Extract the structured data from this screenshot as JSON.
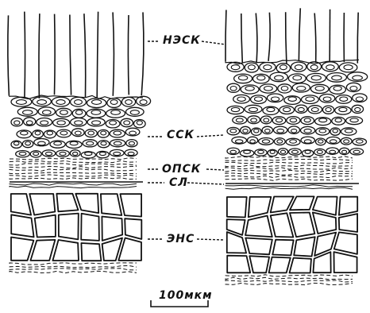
{
  "figure": {
    "labels": {
      "nesk": "НЭСК",
      "ssk": "ССК",
      "opsk": "ОПСК",
      "sl": "СЛ",
      "ens": "ЭНС"
    },
    "scale_bar": "100мкм",
    "ink_color": "#111111",
    "background_color": "#ffffff"
  }
}
